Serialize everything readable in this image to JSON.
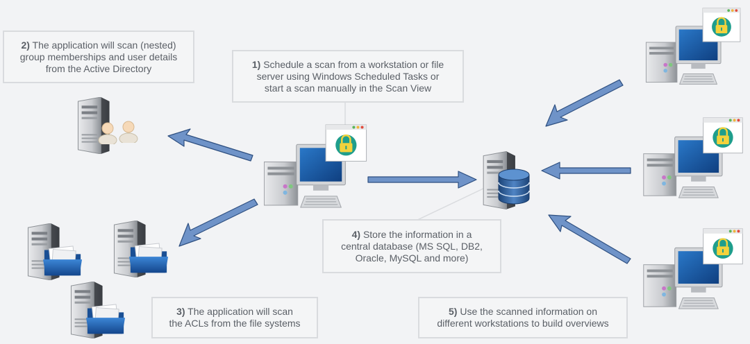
{
  "steps": [
    {
      "number": "1)",
      "lines": [
        "Schedule  a scan  from a workstation or file",
        "server using Windows Scheduled  Tasks  or",
        "start a scan manually in the Scan  View"
      ]
    },
    {
      "number": "2)",
      "lines": [
        "The  application will scan (nested)",
        "group memberships and user details",
        "from the Active Directory"
      ]
    },
    {
      "number": "3)",
      "lines": [
        "The application will scan",
        "the ACLs from the file systems"
      ]
    },
    {
      "number": "4)",
      "lines": [
        "Store the information in a",
        "central database (MS SQL, DB2,",
        "Oracle, MySQL  and more)"
      ]
    },
    {
      "number": "5)",
      "lines": [
        "Use  the scanned  information on",
        "different workstations to build overviews"
      ]
    }
  ],
  "colors": {
    "arrow_fill": "#6f93c8",
    "arrow_stroke": "#2e4f80",
    "monitor_screen": "#1f5fa8",
    "lock_badge": "#1f9e8c",
    "folder": "#1f5fa8",
    "database": "#2e5f9e",
    "callout_border": "#d9dbde",
    "callout_text": "#5a5f66"
  },
  "icons": [
    "workstation-lock-icon",
    "server-icon",
    "users-icon",
    "file-server-icon",
    "database-server-icon"
  ]
}
